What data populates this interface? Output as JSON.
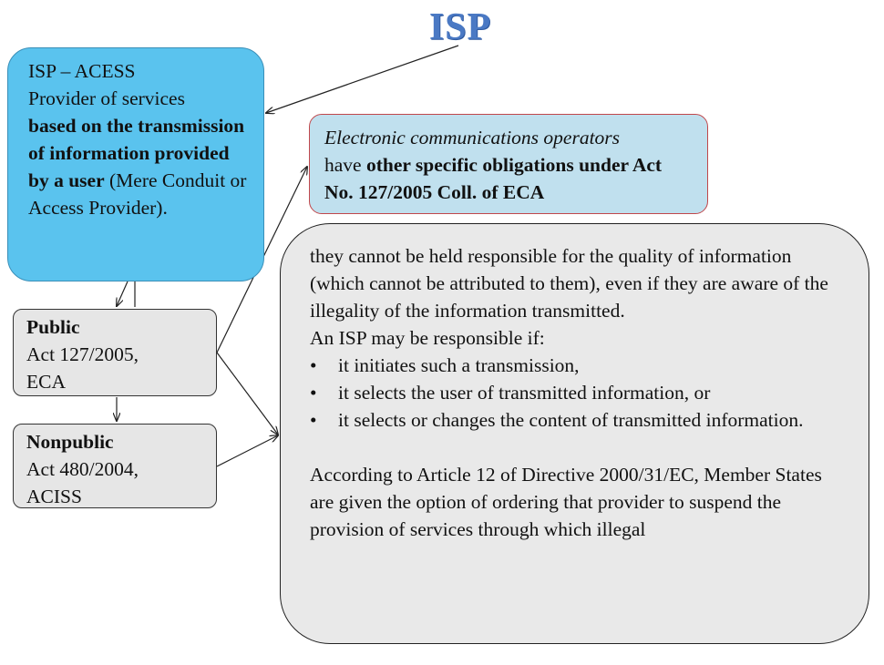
{
  "title": "ISP",
  "isp_box": {
    "line1": "ISP – ACESS",
    "line2": "Provider of services",
    "bold": "based on the transmission of information provided by a user",
    "tail": " (Mere Conduit or Access Provider)."
  },
  "eco_box": {
    "italic": "Electronic communications operators",
    "have": "have ",
    "bold": "other specific obligations under Act No. 127/2005 Coll. of ECA"
  },
  "main_box": {
    "para1": "they cannot be held responsible for the quality of information (which cannot be attributed to them), even if they are aware of the illegality of the information transmitted.",
    "intro": "An ISP may be responsible if:",
    "bullets": [
      "it initiates such a transmission,",
      "it selects the user of transmitted information, or",
      "it selects or changes the content of transmitted information."
    ],
    "para2": "According to Article 12 of Directive 2000/31/EC, Member States are given the option of ordering that provider to suspend the provision of services through which illegal"
  },
  "public_box": {
    "heading": "Public",
    "line1": "Act 127/2005,",
    "line2": "ECA"
  },
  "nonpublic_box": {
    "heading": "Nonpublic",
    "line1": "Act 480/2004,",
    "line2": "ACISS"
  }
}
